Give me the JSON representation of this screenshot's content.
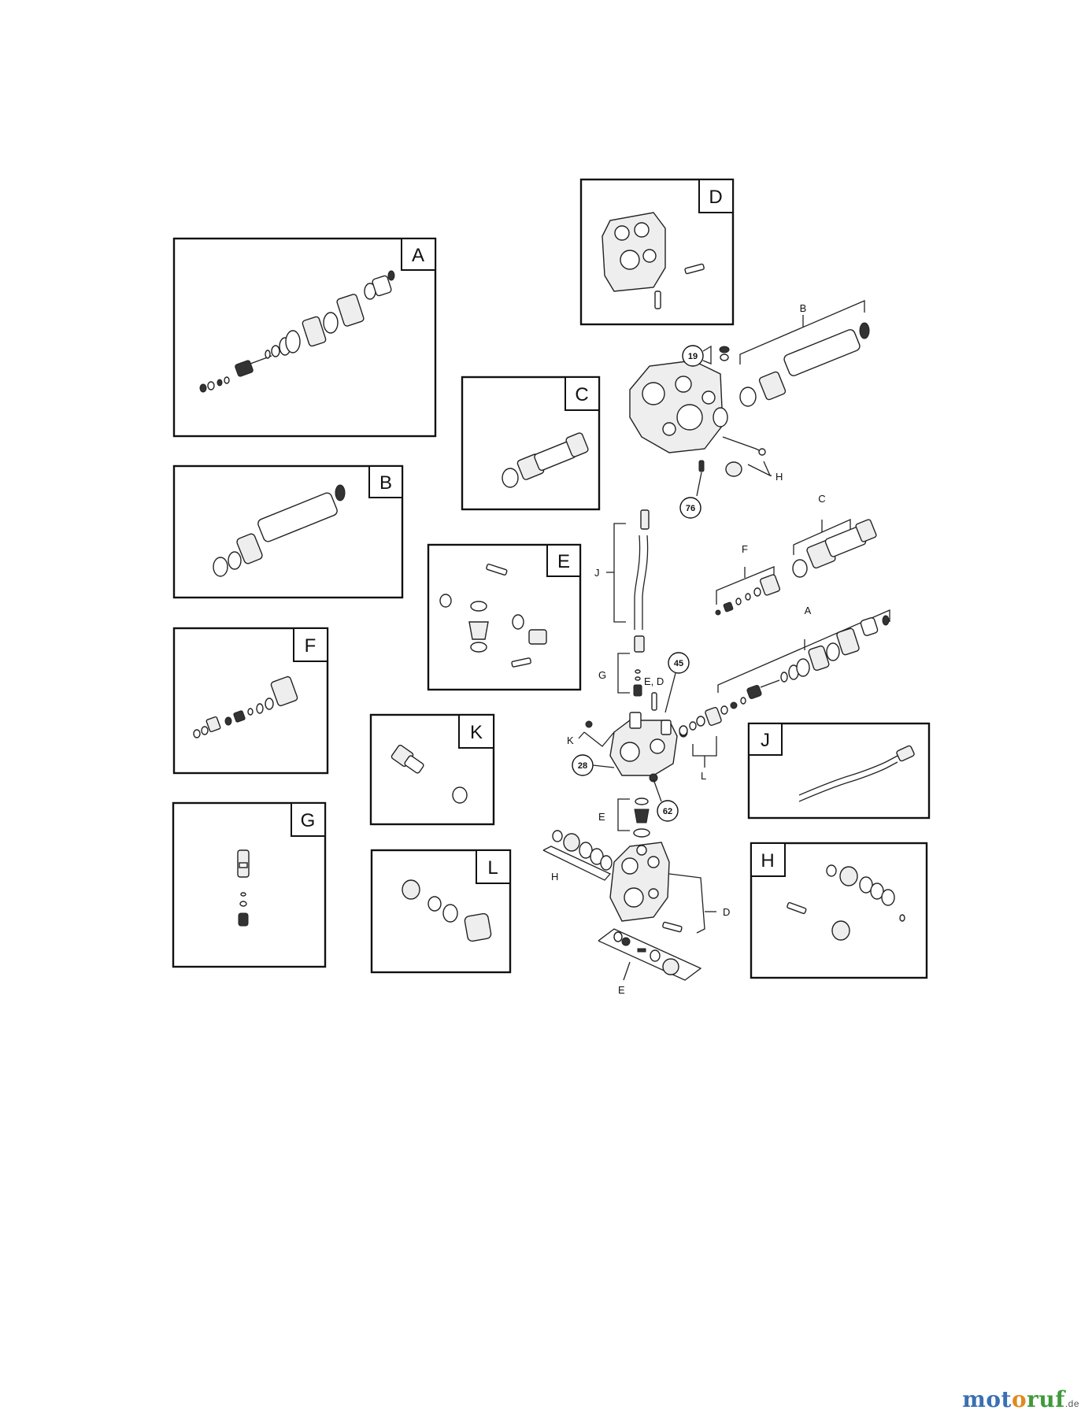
{
  "panels": [
    {
      "id": "A",
      "label": "A"
    },
    {
      "id": "B",
      "label": "B"
    },
    {
      "id": "C",
      "label": "C"
    },
    {
      "id": "D",
      "label": "D"
    },
    {
      "id": "E",
      "label": "E"
    },
    {
      "id": "F",
      "label": "F"
    },
    {
      "id": "G",
      "label": "G"
    },
    {
      "id": "H",
      "label": "H"
    },
    {
      "id": "J",
      "label": "J"
    },
    {
      "id": "K",
      "label": "K"
    },
    {
      "id": "L",
      "label": "L"
    }
  ],
  "callouts": {
    "B": "B",
    "C": "C",
    "F": "F",
    "A": "A",
    "J": "J",
    "G": "G",
    "ED": "E, D",
    "K": "K",
    "L": "L",
    "E_top": "E",
    "H_left": "H",
    "D_right": "D",
    "E_bottom": "E",
    "H_right": "H"
  },
  "part_numbers": {
    "p19": "19",
    "p76": "76",
    "p45": "45",
    "p28": "28",
    "p62": "62"
  },
  "brand": {
    "name_moto": "mot",
    "name_o": "o",
    "name_ruf": "ruf",
    "tld": ".de",
    "color_blue": "#3a6fb3",
    "color_orange": "#e08a1e",
    "color_green": "#3f9a3a"
  }
}
